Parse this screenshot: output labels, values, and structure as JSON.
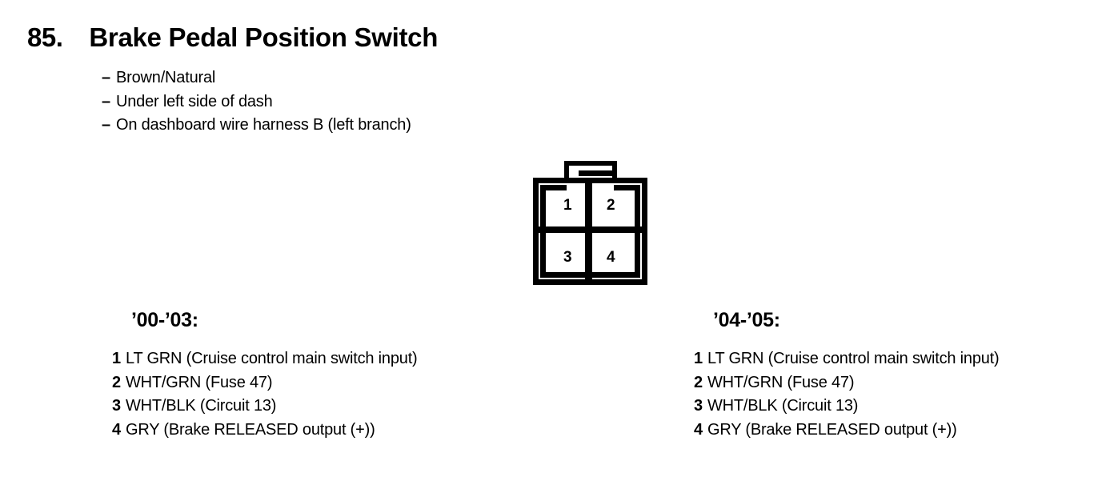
{
  "header": {
    "item_number": "85.",
    "title": "Brake Pedal Position Switch",
    "bullets": [
      {
        "dash": "–",
        "text": "Brown/Natural"
      },
      {
        "dash": "–",
        "text": "Under left side of dash"
      },
      {
        "dash": "–",
        "text": "On dashboard wire harness B (left branch)"
      }
    ]
  },
  "connector": {
    "pin_numbers": [
      "1",
      "2",
      "3",
      "4"
    ]
  },
  "pinout_columns": [
    {
      "heading": "’00-’03:",
      "rows": [
        {
          "number": "1",
          "text": "LT GRN (Cruise control main switch input)"
        },
        {
          "number": "2",
          "text": "WHT/GRN (Fuse 47)"
        },
        {
          "number": "3",
          "text": "WHT/BLK (Circuit 13)"
        },
        {
          "number": "4",
          "text": "GRY (Brake RELEASED output (+))"
        }
      ]
    },
    {
      "heading": "’04-’05:",
      "rows": [
        {
          "number": "1",
          "text": "LT GRN (Cruise control main switch input)"
        },
        {
          "number": "2",
          "text": "WHT/GRN (Fuse 47)"
        },
        {
          "number": "3",
          "text": "WHT/BLK (Circuit 13)"
        },
        {
          "number": "4",
          "text": "GRY (Brake RELEASED output (+))"
        }
      ]
    }
  ],
  "colors": {
    "ink": "#000000",
    "background": "#ffffff"
  }
}
